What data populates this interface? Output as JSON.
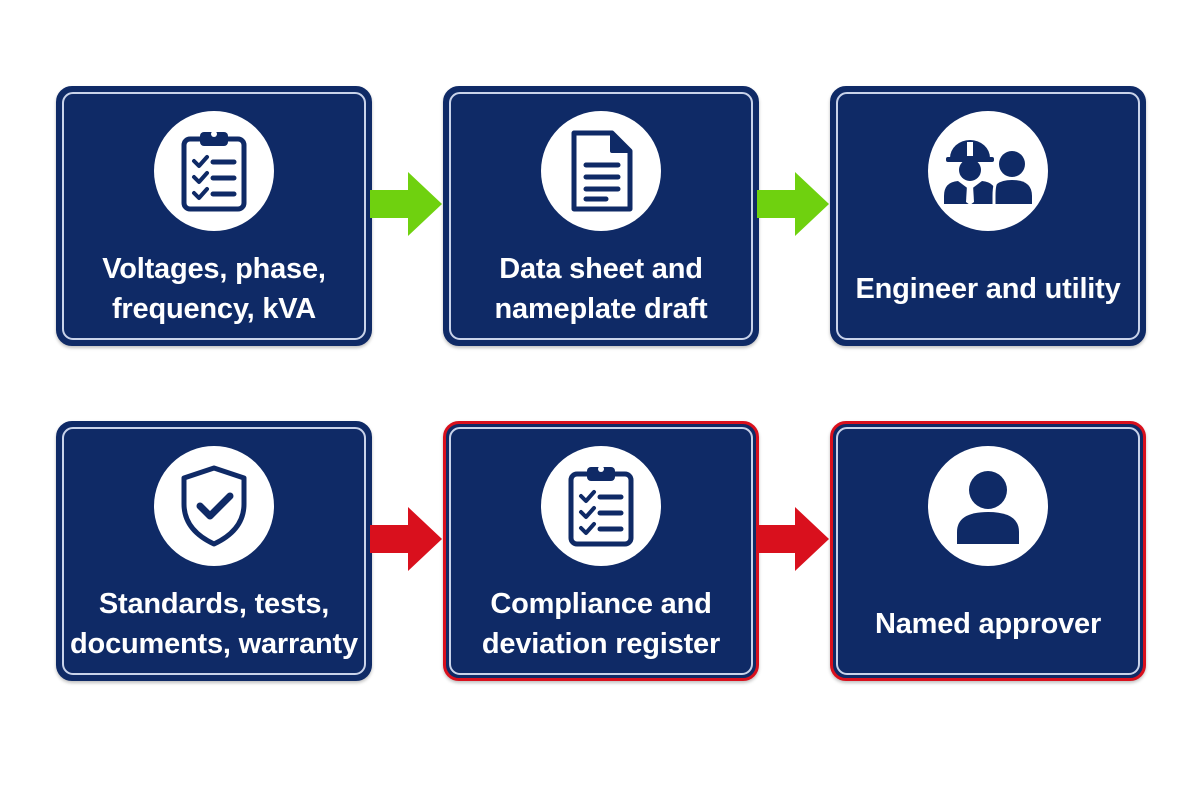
{
  "colors": {
    "card_fill": "#0f2a66",
    "card_inner_stroke": "#c9d3ea",
    "highlight_border": "#d9101d",
    "arrow_green": "#6fd10f",
    "arrow_red": "#d9101d",
    "icon_fill": "#0f2a66"
  },
  "rows": [
    {
      "arrow_color": "green",
      "steps": [
        {
          "label": "Voltages, phase,\nfrequency, kVA",
          "icon": "clipboard-checklist-icon",
          "highlight": false
        },
        {
          "label": "Data sheet and\nnameplate draft",
          "icon": "document-icon",
          "highlight": false
        },
        {
          "label": "Engineer and utility",
          "icon": "engineer-and-person-icon",
          "highlight": false
        }
      ]
    },
    {
      "arrow_color": "red",
      "steps": [
        {
          "label": "Standards, tests,\ndocuments, warranty",
          "icon": "shield-check-icon",
          "highlight": false
        },
        {
          "label": "Compliance and\ndeviation register",
          "icon": "clipboard-checklist-icon",
          "highlight": true
        },
        {
          "label": "Named approver",
          "icon": "person-icon",
          "highlight": true
        }
      ]
    }
  ]
}
